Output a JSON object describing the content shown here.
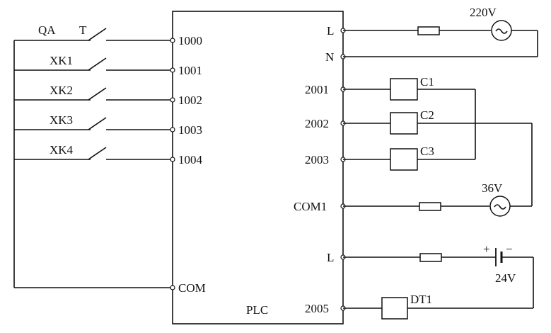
{
  "plc": {
    "label": "PLC",
    "inputs": [
      {
        "label": "1000",
        "switch": "QA",
        "switch2": "T"
      },
      {
        "label": "1001",
        "switch": "XK1"
      },
      {
        "label": "1002",
        "switch": "XK2"
      },
      {
        "label": "1003",
        "switch": "XK3"
      },
      {
        "label": "1004",
        "switch": "XK4"
      }
    ],
    "input_common": "COM",
    "right_terminals": [
      "L",
      "N",
      "2001",
      "2002",
      "2003",
      "COM1",
      "L",
      "2005"
    ]
  },
  "loads": [
    "C1",
    "C2",
    "C3",
    "DT1"
  ],
  "sources": {
    "ac_main": "220V",
    "ac_coil": "36V",
    "dc": "24V",
    "dc_plus": "+",
    "dc_minus": "−"
  }
}
